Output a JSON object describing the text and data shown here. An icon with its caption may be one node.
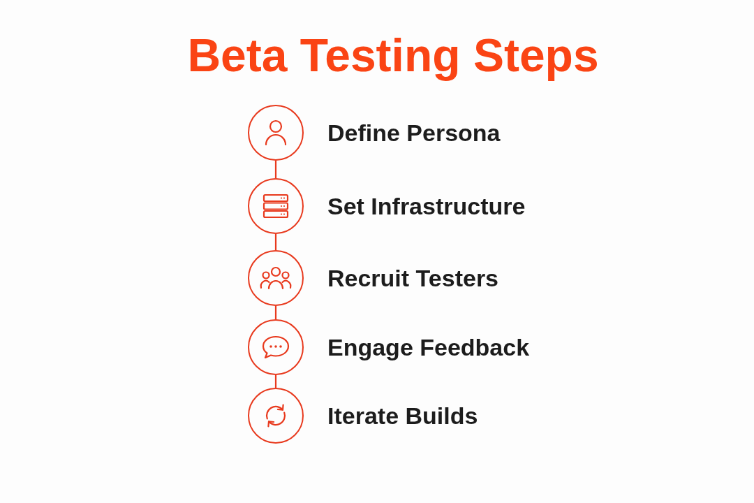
{
  "diagram": {
    "title": "Beta Testing Steps",
    "nodes": [
      {
        "text": [
          "Define Persona"
        ]
      },
      {
        "text": [
          "Set Infrastructure"
        ]
      },
      {
        "text": [
          "Recruit Testers"
        ]
      },
      {
        "text": [
          "Engage Feedback"
        ]
      },
      {
        "text": [
          "Iterate Builds"
        ]
      }
    ],
    "edges": [
      {
        "from": 0,
        "to": 1,
        "arrow": "none"
      },
      {
        "from": 1,
        "to": 2,
        "arrow": "none"
      },
      {
        "from": 2,
        "to": 3,
        "arrow": "none"
      },
      {
        "from": 3,
        "to": 4,
        "arrow": "none"
      }
    ]
  }
}
